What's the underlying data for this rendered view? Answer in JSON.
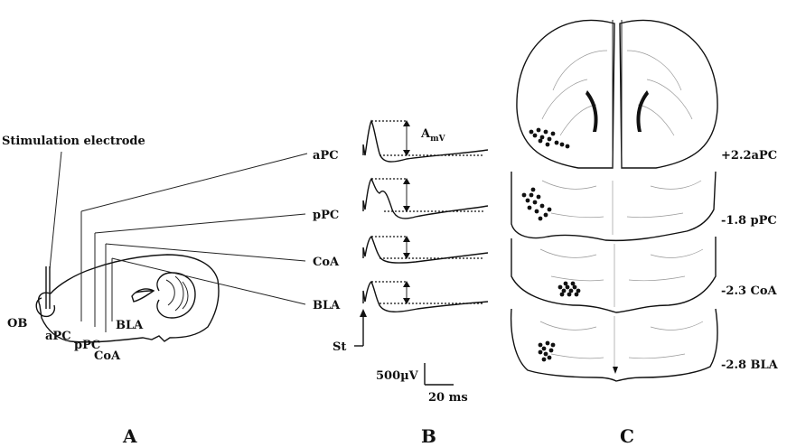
{
  "figure": {
    "panel_a": {
      "electrode_label": "Stimulation electrode",
      "region_labels": [
        "OB",
        "aPC",
        "pPC",
        "CoA",
        "BLA"
      ]
    },
    "panel_b": {
      "trace_labels": [
        "aPC",
        "pPC",
        "CoA",
        "BLA"
      ],
      "amplitude_label": "A",
      "amplitude_subscript": "mV",
      "stim_label": "St",
      "voltage_scale": "500µV",
      "time_scale": "20 ms"
    },
    "panel_c": {
      "section_labels": [
        "+2.2aPC",
        "-1.8  pPC",
        "-2.3  CoA",
        "-2.8  BLA"
      ]
    },
    "panel_letters": [
      "A",
      "B",
      "C"
    ]
  }
}
